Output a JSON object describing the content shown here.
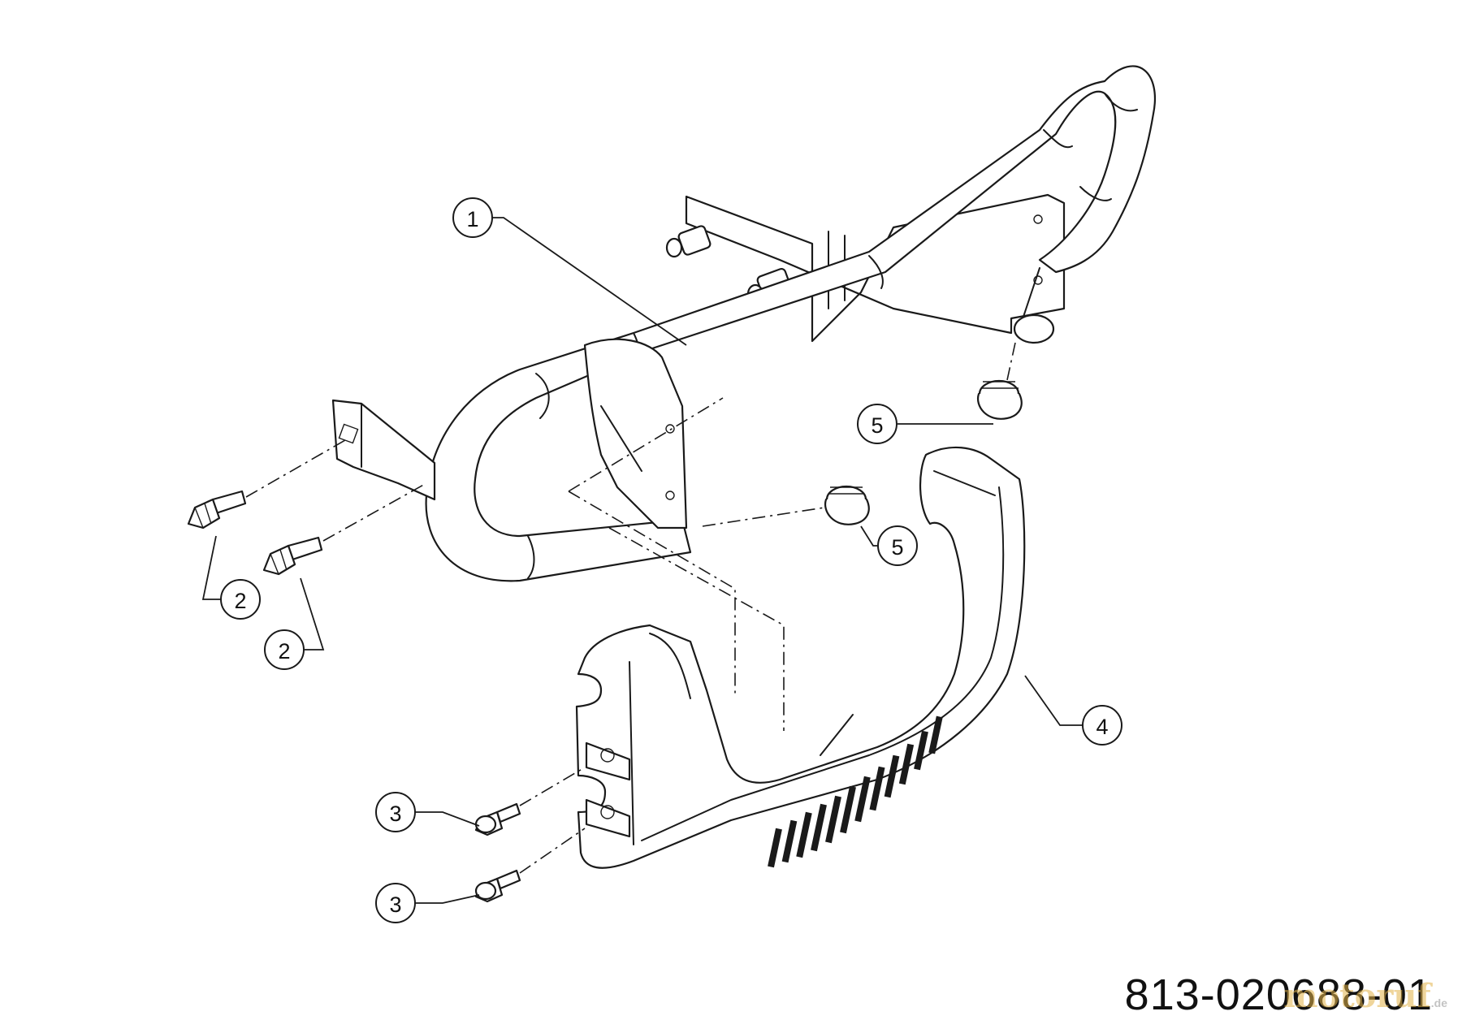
{
  "diagram": {
    "drawing_number": "813-020688-01",
    "watermark": {
      "brand": "motoruf",
      "tld": ".de"
    },
    "callouts": [
      {
        "id": "callout-1",
        "label": "1"
      },
      {
        "id": "callout-2a",
        "label": "2"
      },
      {
        "id": "callout-2b",
        "label": "2"
      },
      {
        "id": "callout-3a",
        "label": "3"
      },
      {
        "id": "callout-3b",
        "label": "3"
      },
      {
        "id": "callout-4",
        "label": "4"
      },
      {
        "id": "callout-5a",
        "label": "5"
      },
      {
        "id": "callout-5b",
        "label": "5"
      }
    ]
  }
}
